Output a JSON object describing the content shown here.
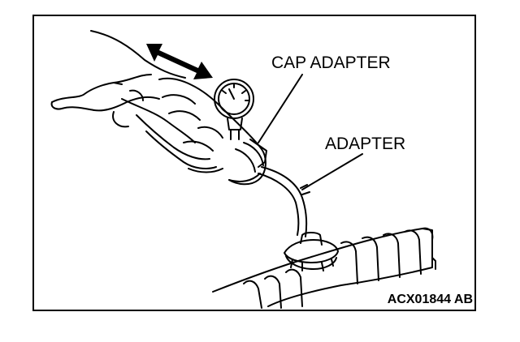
{
  "figure": {
    "labels": {
      "cap_adapter": "CAP ADAPTER",
      "adapter": "ADAPTER"
    },
    "figure_code": "ACX01844 AB"
  },
  "colors": {
    "line": "#000000",
    "background": "#ffffff"
  }
}
